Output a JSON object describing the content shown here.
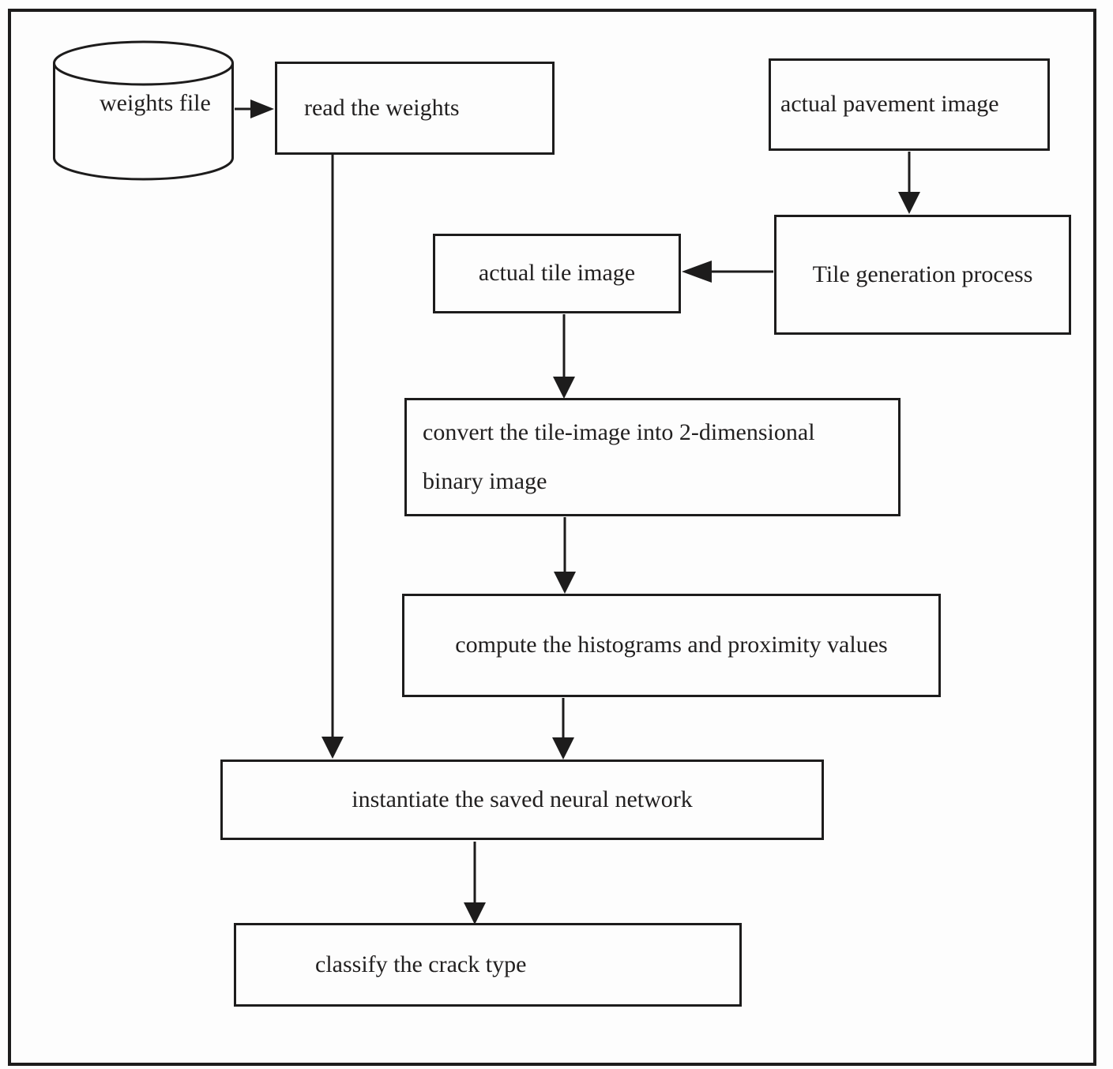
{
  "figure": {
    "type": "flowchart",
    "background_color": "#fdfdfd",
    "line_color": "#1d1c1c",
    "text_color": "#222020",
    "nodes": {
      "weights_file": {
        "shape": "cylinder",
        "label": "weights file"
      },
      "read_weights": {
        "shape": "rect",
        "label": "read the weights"
      },
      "actual_pavement": {
        "shape": "rect",
        "label": "actual pavement image"
      },
      "tile_generation": {
        "shape": "rect",
        "label": "Tile generation process"
      },
      "actual_tile_image": {
        "shape": "rect",
        "label": "actual tile image"
      },
      "convert_tile": {
        "shape": "rect",
        "label_line1": "convert the tile-image into 2-dimensional",
        "label_line2": "binary image"
      },
      "compute_histograms": {
        "shape": "rect",
        "label": "compute the histograms and proximity values"
      },
      "instantiate_network": {
        "shape": "rect",
        "label": "instantiate the saved neural network"
      },
      "classify_crack": {
        "shape": "rect",
        "label": "classify the crack type"
      }
    },
    "edges": [
      {
        "from": "weights_file",
        "to": "read_weights",
        "direction": "right"
      },
      {
        "from": "read_weights",
        "to": "instantiate_network",
        "direction": "down"
      },
      {
        "from": "actual_pavement",
        "to": "tile_generation",
        "direction": "down"
      },
      {
        "from": "tile_generation",
        "to": "actual_tile_image",
        "direction": "left"
      },
      {
        "from": "actual_tile_image",
        "to": "convert_tile",
        "direction": "down"
      },
      {
        "from": "convert_tile",
        "to": "compute_histograms",
        "direction": "down"
      },
      {
        "from": "compute_histograms",
        "to": "instantiate_network",
        "direction": "down"
      },
      {
        "from": "instantiate_network",
        "to": "classify_crack",
        "direction": "down"
      }
    ]
  }
}
